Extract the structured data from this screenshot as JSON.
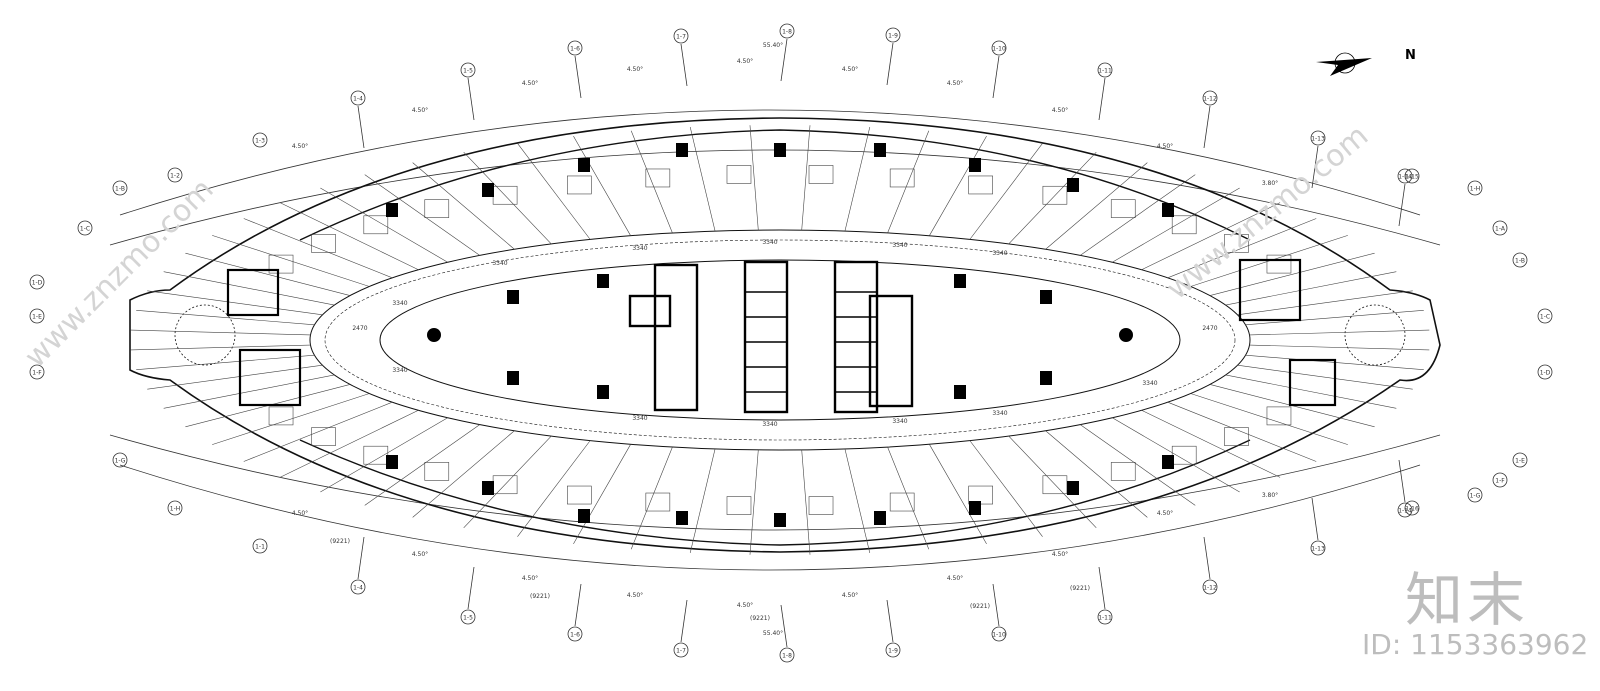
{
  "north": {
    "label": "N"
  },
  "dims": {
    "top_total": "55.40°",
    "top_segments": [
      "4.50°",
      "4.50°",
      "4.50°",
      "4.50°",
      "4.50°",
      "4.50°",
      "4.50°",
      "4.50°",
      "4.50°",
      "3.80°"
    ],
    "bottom_total": "55.40°",
    "bottom_segments": [
      "4.50°",
      "4.50°",
      "4.50°",
      "4.50°",
      "4.50°",
      "4.50°",
      "4.50°",
      "4.50°",
      "4.50°",
      "3.80°"
    ],
    "bottom_radius": "(9221)",
    "corridor": "3340",
    "core_dim": "2470"
  },
  "grid_top": [
    "1-4",
    "1-5",
    "1-6",
    "1-7",
    "1-8",
    "1-9",
    "1-10",
    "1-11",
    "1-12",
    "1-13",
    "1-14"
  ],
  "grid_bottom": [
    "1-4",
    "1-5",
    "1-6",
    "1-7",
    "1-8",
    "1-9",
    "1-10",
    "1-11",
    "1-12",
    "1-13",
    "1-14"
  ],
  "grid_left": [
    "1-2",
    "1-3",
    "1-B",
    "1-C",
    "1-D",
    "1-E",
    "1-F",
    "1-G",
    "1-H",
    "1-1"
  ],
  "grid_right": [
    "1-15",
    "1-16",
    "1-A",
    "1-B",
    "1-C",
    "1-D",
    "1-E",
    "1-F",
    "1-G",
    "1-H"
  ],
  "watermark": {
    "logo": "知末",
    "id": "ID: 1153363962",
    "site": "www.znzmo.com"
  }
}
